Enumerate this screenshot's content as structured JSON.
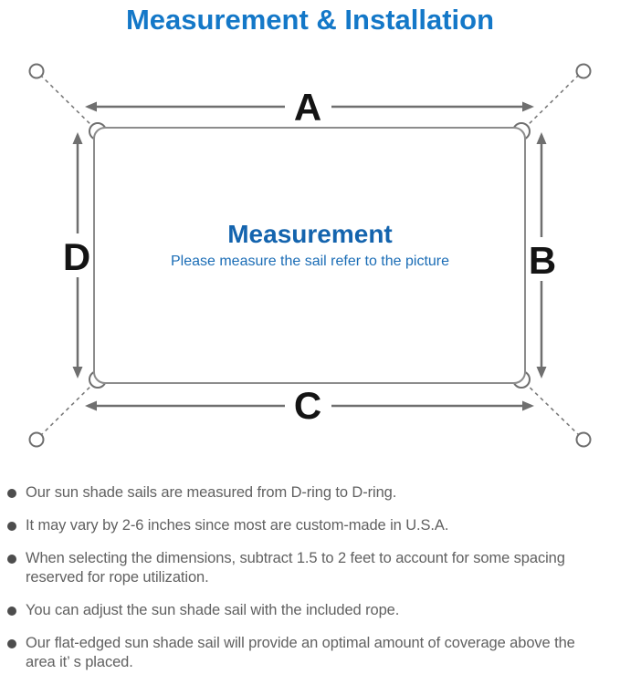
{
  "title": "Measurement & Installation",
  "diagram": {
    "labels": {
      "top": "A",
      "right": "B",
      "bottom": "C",
      "left": "D"
    },
    "center_heading": "Measurement",
    "center_subtext": "Please measure the sail refer to the picture"
  },
  "bullets": [
    "Our sun shade sails are measured from D-ring to D-ring.",
    "It may vary by 2-6 inches since most are custom-made in U.S.A.",
    "When selecting the dimensions, subtract 1.5 to 2 feet to account for some spacing reserved for rope utilization.",
    "You can adjust the sun shade sail with the included rope.",
    "Our flat-edged sun shade sail will provide an optimal amount of coverage above the area it’ s placed."
  ],
  "colors": {
    "title_blue": "#1478c8",
    "center_heading_blue": "#1464ae",
    "center_subtext_blue": "#1b6db6",
    "line_gray": "#6f6f6f",
    "sail_border_gray": "#8c8c8c",
    "letter_black": "#141414",
    "body_text_gray": "#616161",
    "background": "#ffffff"
  }
}
